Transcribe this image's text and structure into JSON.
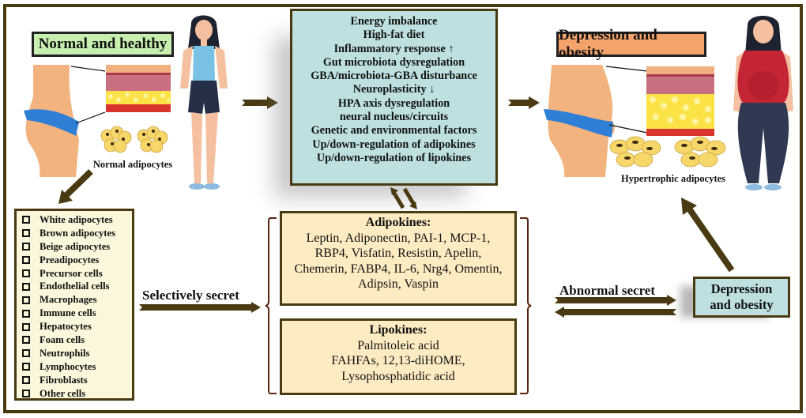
{
  "left_panel": {
    "title": "Normal and healthy",
    "adipocyte_caption": "Normal adipocytes"
  },
  "right_panel": {
    "title": "Depression and obesity",
    "adipocyte_caption": "Hypertrophic adipocytes"
  },
  "factors_box": {
    "items": [
      "Energy imbalance",
      "High-fat diet",
      "Inflammatory response ↑",
      "Gut microbiota dysregulation",
      "GBA/microbiota-GBA disturbance",
      "Neuroplasticity ↓",
      "HPA axis dysregulation",
      "neural nucleus/circuits",
      "Genetic and environmental factors",
      "Up/down-regulation of adipokines",
      "Up/down-regulation of lipokines"
    ]
  },
  "cell_list": {
    "items": [
      "White adipocytes",
      "Brown adipocytes",
      "Beige adipocytes",
      "Preadipocytes",
      "Precursor cells",
      "Endothelial cells",
      "Macrophages",
      "Immune cells",
      "Hepatocytes",
      "Foam cells",
      "Neutrophils",
      "Lymphocytes",
      "Fibroblasts",
      "Other cells"
    ]
  },
  "adipokines": {
    "title": "Adipokines:",
    "lines": [
      "Leptin, Adiponectin, PAI-1, MCP-1,",
      "RBP4, Visfatin, Resistin, Apelin,",
      "Chemerin, FABP4, IL-6, Nrg4, Omentin,",
      "Adipsin, Vaspin"
    ]
  },
  "lipokines": {
    "title": "Lipokines:",
    "lines": [
      "Palmitoleic acid",
      "FAHFAs, 12,13-diHOME,",
      "Lysophosphatidic acid"
    ]
  },
  "arrows": {
    "selectively_secret": "Selectively secret",
    "abnormal_secret": "Abnormal secret"
  },
  "outcome_box": {
    "lines": [
      "Depression",
      "and obesity"
    ]
  },
  "colors": {
    "frame": "#4a3a12",
    "arrow": "#4a3a12",
    "healthy_label": "#c6efb0",
    "obesity_label": "#f4a36a",
    "factors_bg": "#bfe0e0",
    "kines_bg": "#fdebc2",
    "cell_list_bg": "#fbf7dc"
  }
}
